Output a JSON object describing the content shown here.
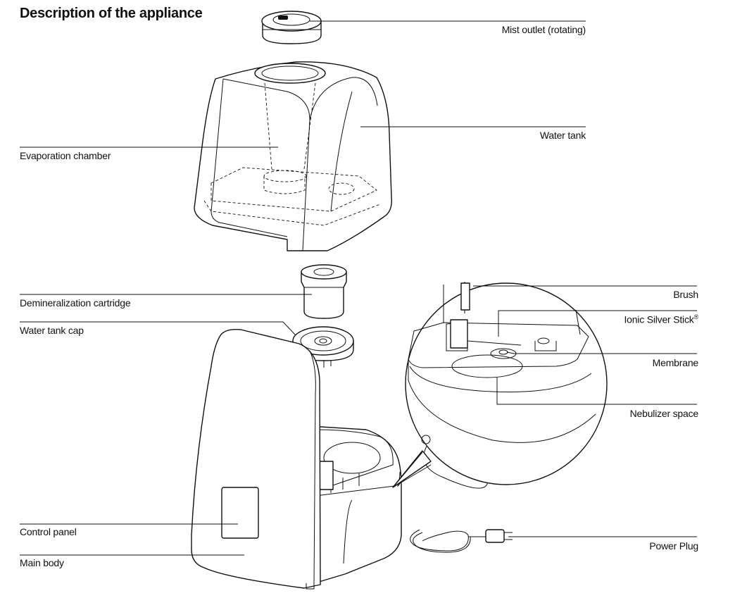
{
  "title": "Description of the appliance",
  "labels": {
    "mist_outlet": "Mist outlet (rotating)",
    "water_tank": "Water tank",
    "evaporation_chamber": "Evaporation chamber",
    "demineralization_cartridge": "Demineralization cartridge",
    "water_tank_cap": "Water tank cap",
    "brush": "Brush",
    "ionic_silver_stick": "Ionic Silver Stick",
    "ionic_silver_stick_mark": "®",
    "membrane": "Membrane",
    "nebulizer_space": "Nebulizer space",
    "control_panel": "Control panel",
    "main_body": "Main body",
    "power_plug": "Power Plug"
  }
}
